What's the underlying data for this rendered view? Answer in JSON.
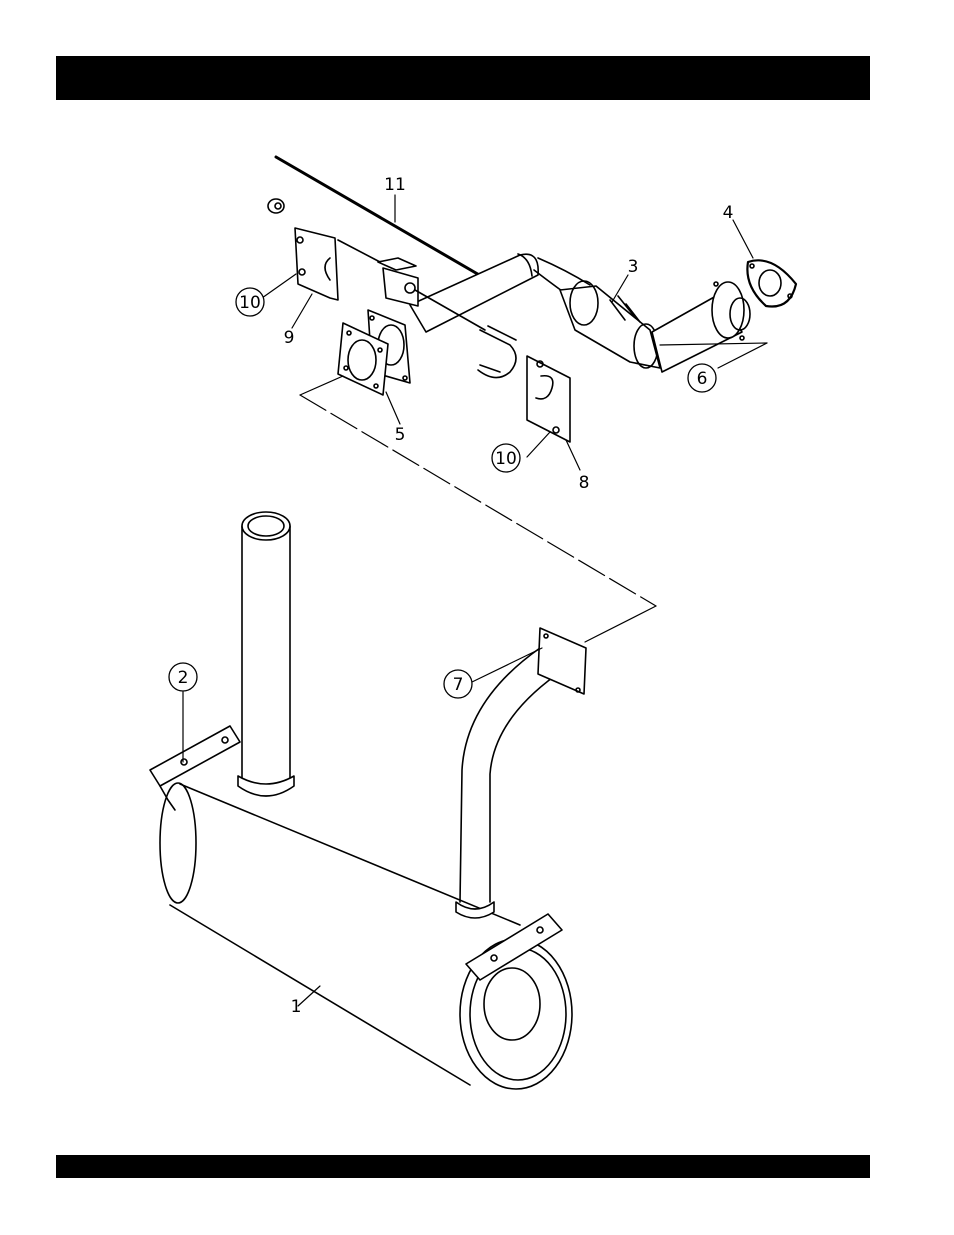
{
  "header": {
    "title": ""
  },
  "footer": {
    "text": ""
  },
  "diagram": {
    "callouts": {
      "p1": "1",
      "p2": "2",
      "p3": "3",
      "p4": "4",
      "p5": "5",
      "p6": "6",
      "p7": "7",
      "p8": "8",
      "p9": "9",
      "p10a": "10",
      "p10b": "10",
      "p11": "11"
    }
  }
}
